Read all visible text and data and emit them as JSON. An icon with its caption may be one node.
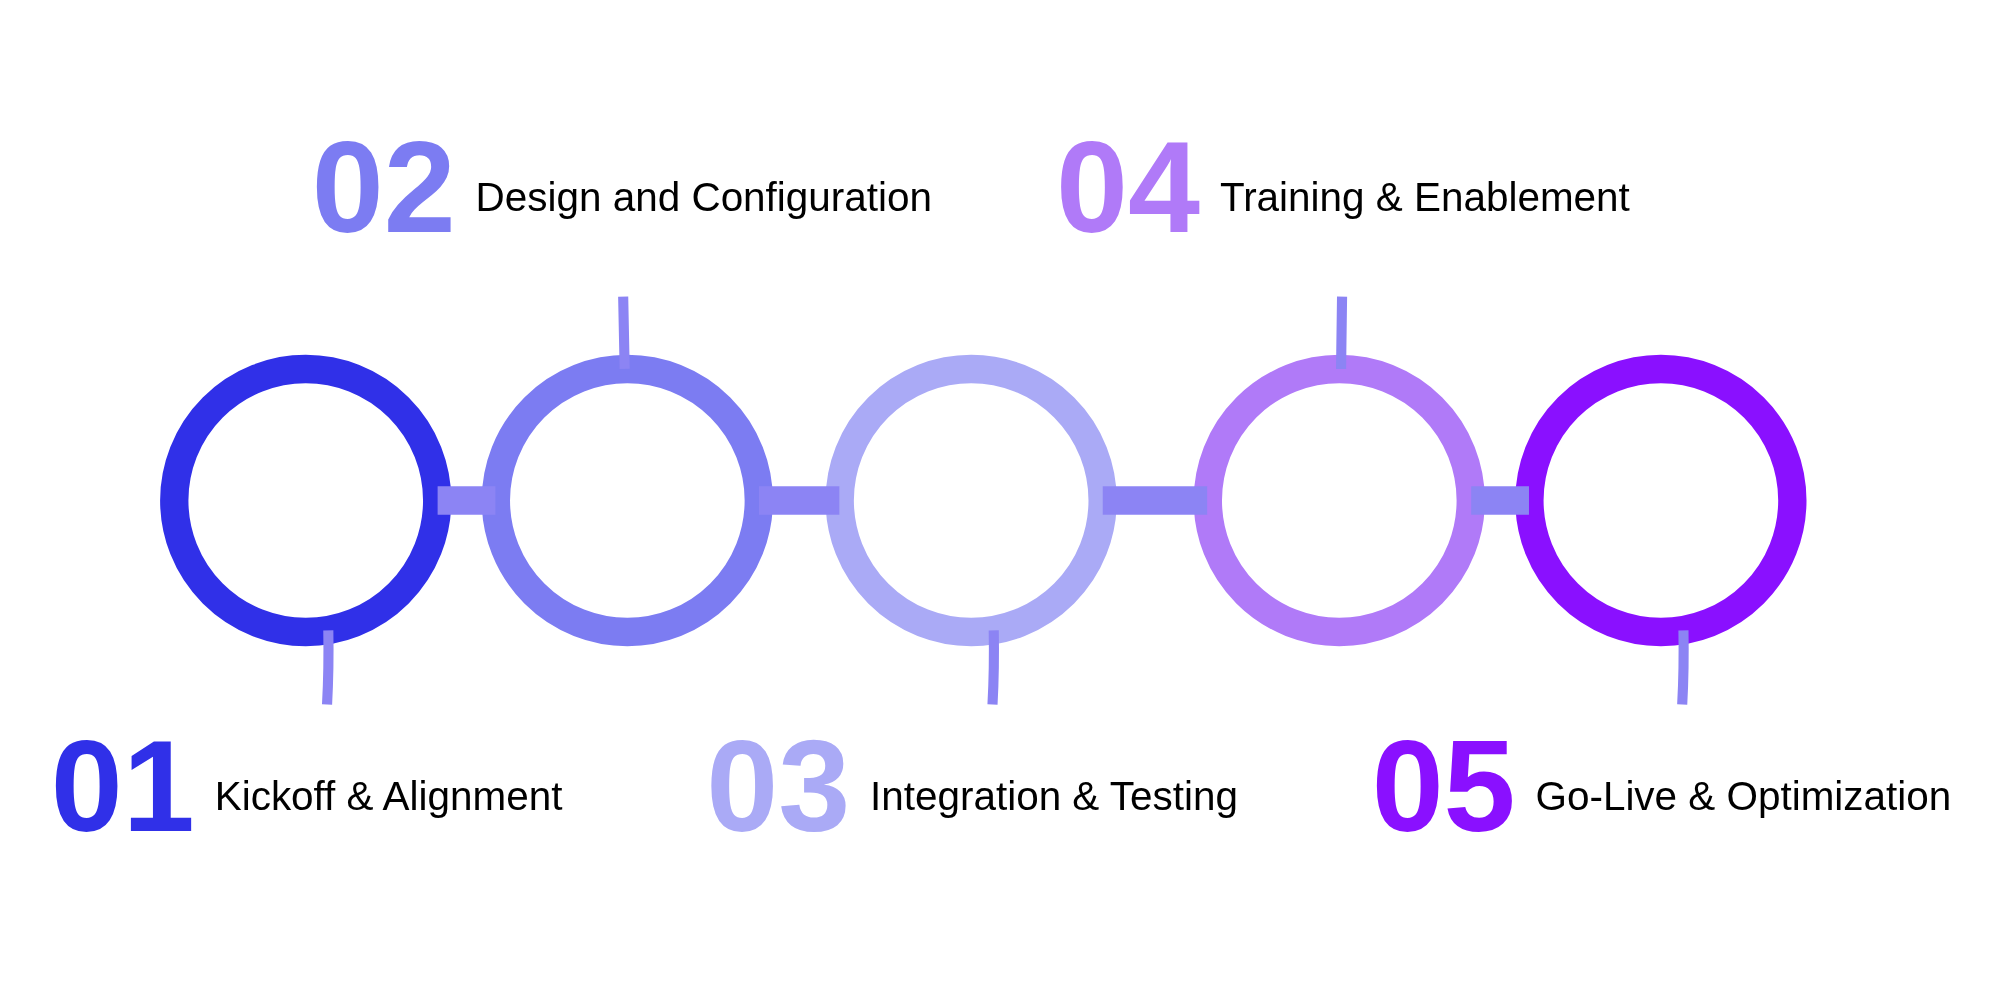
{
  "diagram": {
    "nodes": [
      {
        "text": [],
        "shape": "circle"
      },
      {
        "text": [],
        "shape": "circle"
      },
      {
        "text": [],
        "shape": "circle"
      },
      {
        "text": [],
        "shape": "circle"
      },
      {
        "text": [],
        "shape": "circle"
      },
      {
        "text": [
          "01",
          "Kickoff & Alignment"
        ]
      },
      {
        "text": [
          "02",
          "Design and Configuration"
        ]
      },
      {
        "text": [
          "03",
          "Integration & Testing"
        ]
      },
      {
        "text": [
          "04",
          "Training & Enablement"
        ]
      },
      {
        "text": [
          "05",
          "Go-Live & Optimization"
        ]
      }
    ],
    "edges": [
      {
        "from": 0,
        "to": 1,
        "arrow": "none",
        "style": "thick"
      },
      {
        "from": 1,
        "to": 2,
        "arrow": "none",
        "style": "thick"
      },
      {
        "from": 2,
        "to": 3,
        "arrow": "none",
        "style": "thick"
      },
      {
        "from": 3,
        "to": 4,
        "arrow": "none",
        "style": "thick"
      },
      {
        "from": 5,
        "to": 0,
        "arrow": "none"
      },
      {
        "from": 6,
        "to": 1,
        "arrow": "none"
      },
      {
        "from": 7,
        "to": 2,
        "arrow": "none"
      },
      {
        "from": 8,
        "to": 3,
        "arrow": "none"
      },
      {
        "from": 9,
        "to": 4,
        "arrow": "none"
      }
    ]
  }
}
